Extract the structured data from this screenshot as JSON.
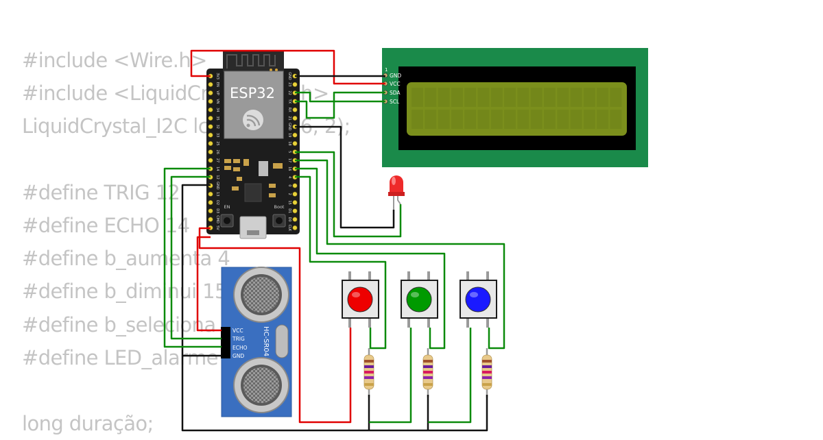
{
  "code_lines": [
    "#include <Wire.h>",
    "#include <LiquidCrystal_I2C.h>",
    "LiquidCrystal_I2C lcd(0x27, 16, 2);",
    "",
    "#define TRIG 12",
    "#define ECHO 14",
    "#define b_aumenta 4",
    "#define b_diminui 15",
    "#define b_seleciona",
    "#define LED_alarme",
    "",
    "long duração;"
  ],
  "esp32": {
    "label": "ESP32",
    "en_label": "EN",
    "boot_label": "Boot",
    "left_pins": [
      "3V3",
      "EN",
      "VP",
      "VN",
      "34",
      "35",
      "32",
      "33",
      "25",
      "26",
      "27",
      "14",
      "12",
      "GND",
      "13",
      "D2",
      "D3",
      "CMD",
      "5V"
    ],
    "right_pins": [
      "GND",
      "23",
      "22",
      "TX",
      "RX",
      "21",
      "GND",
      "19",
      "18",
      "5",
      "17",
      "16",
      "4",
      "0",
      "2",
      "15",
      "D1",
      "D0",
      "CLK"
    ]
  },
  "lcd": {
    "pin_one": "1",
    "pins": [
      "GND",
      "VCC",
      "SDA",
      "SCL"
    ]
  },
  "hcsr04": {
    "label": "HC-SR04",
    "pins": [
      "VCC",
      "TRIG",
      "ECHO",
      "GND"
    ]
  },
  "buttons": [
    {
      "name": "red",
      "color": "#ee0000"
    },
    {
      "name": "green",
      "color": "#009a00"
    },
    {
      "name": "blue",
      "color": "#1a1aff"
    }
  ],
  "colors": {
    "wire_red": "#e00000",
    "wire_green": "#0a8a0a",
    "wire_black": "#111111",
    "lcd_board": "#1a8a4a",
    "lcd_screen": "#7b8f1c",
    "hcsr04_board": "#3a6fc0",
    "led": "#ee2a2a"
  }
}
